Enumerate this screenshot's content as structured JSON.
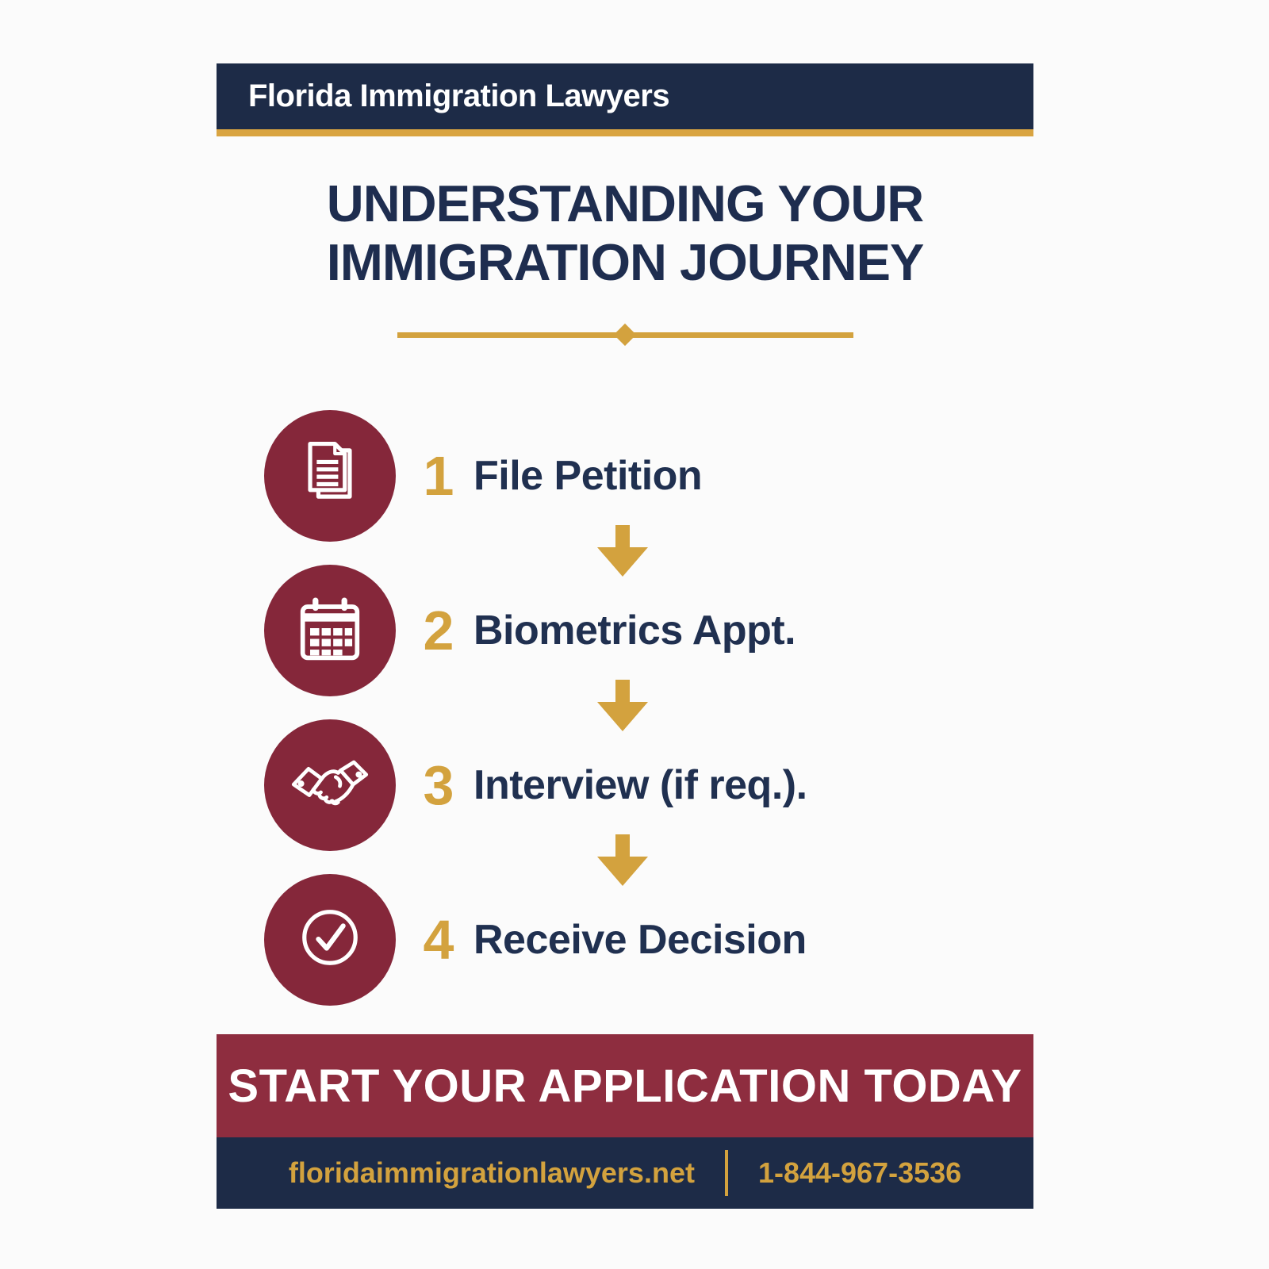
{
  "header": {
    "brand": "Florida Immigration Lawyers"
  },
  "title": {
    "line1": "UNDERSTANDING YOUR",
    "line2": "IMMIGRATION JOURNEY"
  },
  "steps": [
    {
      "number": "1",
      "label": "File Petition",
      "icon": "documents-icon"
    },
    {
      "number": "2",
      "label": "Biometrics Appt.",
      "icon": "calendar-icon"
    },
    {
      "number": "3",
      "label": "Interview (if req.).",
      "icon": "handshake-icon"
    },
    {
      "number": "4",
      "label": "Receive Decision",
      "icon": "check-circle-icon"
    }
  ],
  "cta": {
    "label": "START YOUR APPLICATION TODAY"
  },
  "footer": {
    "website": "floridaimmigrationlawyers.net",
    "phone": "1-844-967-3536"
  },
  "colors": {
    "navy": "#1d2b47",
    "maroon_circle": "#85273a",
    "maroon_bar": "#8e2d3f",
    "gold": "#d3a23e",
    "title_navy": "#1e2d4f",
    "background": "#fbfbfb",
    "white": "#ffffff"
  }
}
